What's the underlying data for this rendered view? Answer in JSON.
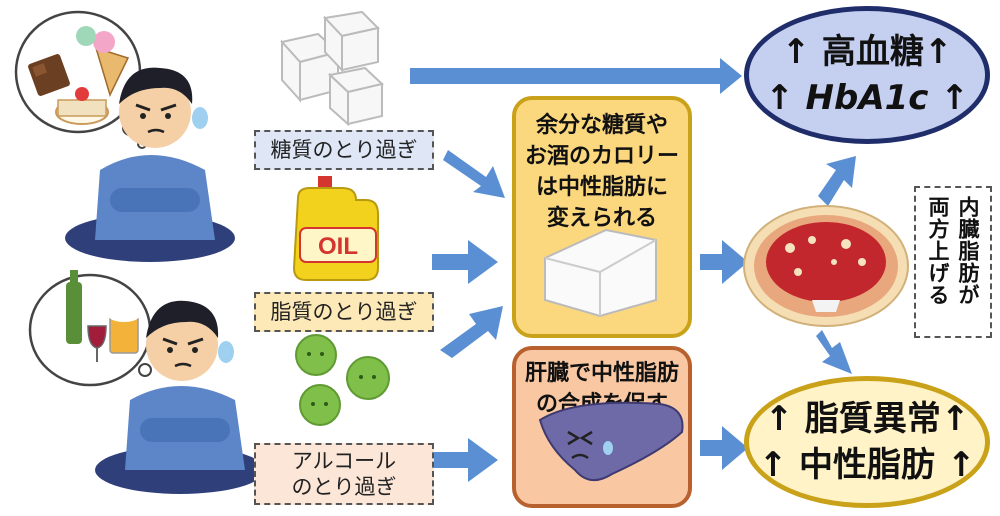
{
  "labels": {
    "sugar": "糖質のとり過ぎ",
    "fat": "脂質のとり過ぎ",
    "alcohol_line1": "アルコール",
    "alcohol_line2": "のとり過ぎ"
  },
  "oil_label": "OIL",
  "center_box": {
    "line1": "余分な糖質や",
    "line2": "お酒のカロリー",
    "line3": "は中性脂肪に",
    "line4": "変えられる"
  },
  "liver_box": {
    "line1": "肝臓で中性脂肪",
    "line2": "の合成を促す"
  },
  "top_oval": {
    "line1": "↑ 高血糖↑",
    "line2": "↑ HbA1c ↑"
  },
  "bottom_oval": {
    "line1": "↑ 脂質異常↑",
    "line2": "↑ 中性脂肪 ↑"
  },
  "side_box": {
    "col1": "内臓脂肪が",
    "col2": "両方上げる"
  },
  "colors": {
    "arrow": "#5b8fd4",
    "center_fill": "#fbd77e",
    "center_border": "#c9a21a",
    "liver_fill": "#f9c8a3",
    "liver_border": "#b8602e",
    "top_oval_fill": "#c5cff0",
    "top_oval_border": "#1f2d6b",
    "bottom_oval_fill": "#fff3c7",
    "bottom_oval_border": "#c9a21a",
    "sugar_label_fill": "#dfe7f7",
    "fat_label_fill": "#fde9b8",
    "alcohol_label_fill": "#fbe6d8"
  },
  "icons": [
    "worried-man-icon",
    "sweets-thought-icon",
    "drinks-thought-icon",
    "sugar-cube-icon",
    "oil-bottle-icon",
    "virus-icon",
    "fat-block-icon",
    "liver-icon",
    "visceral-fat-icon"
  ]
}
